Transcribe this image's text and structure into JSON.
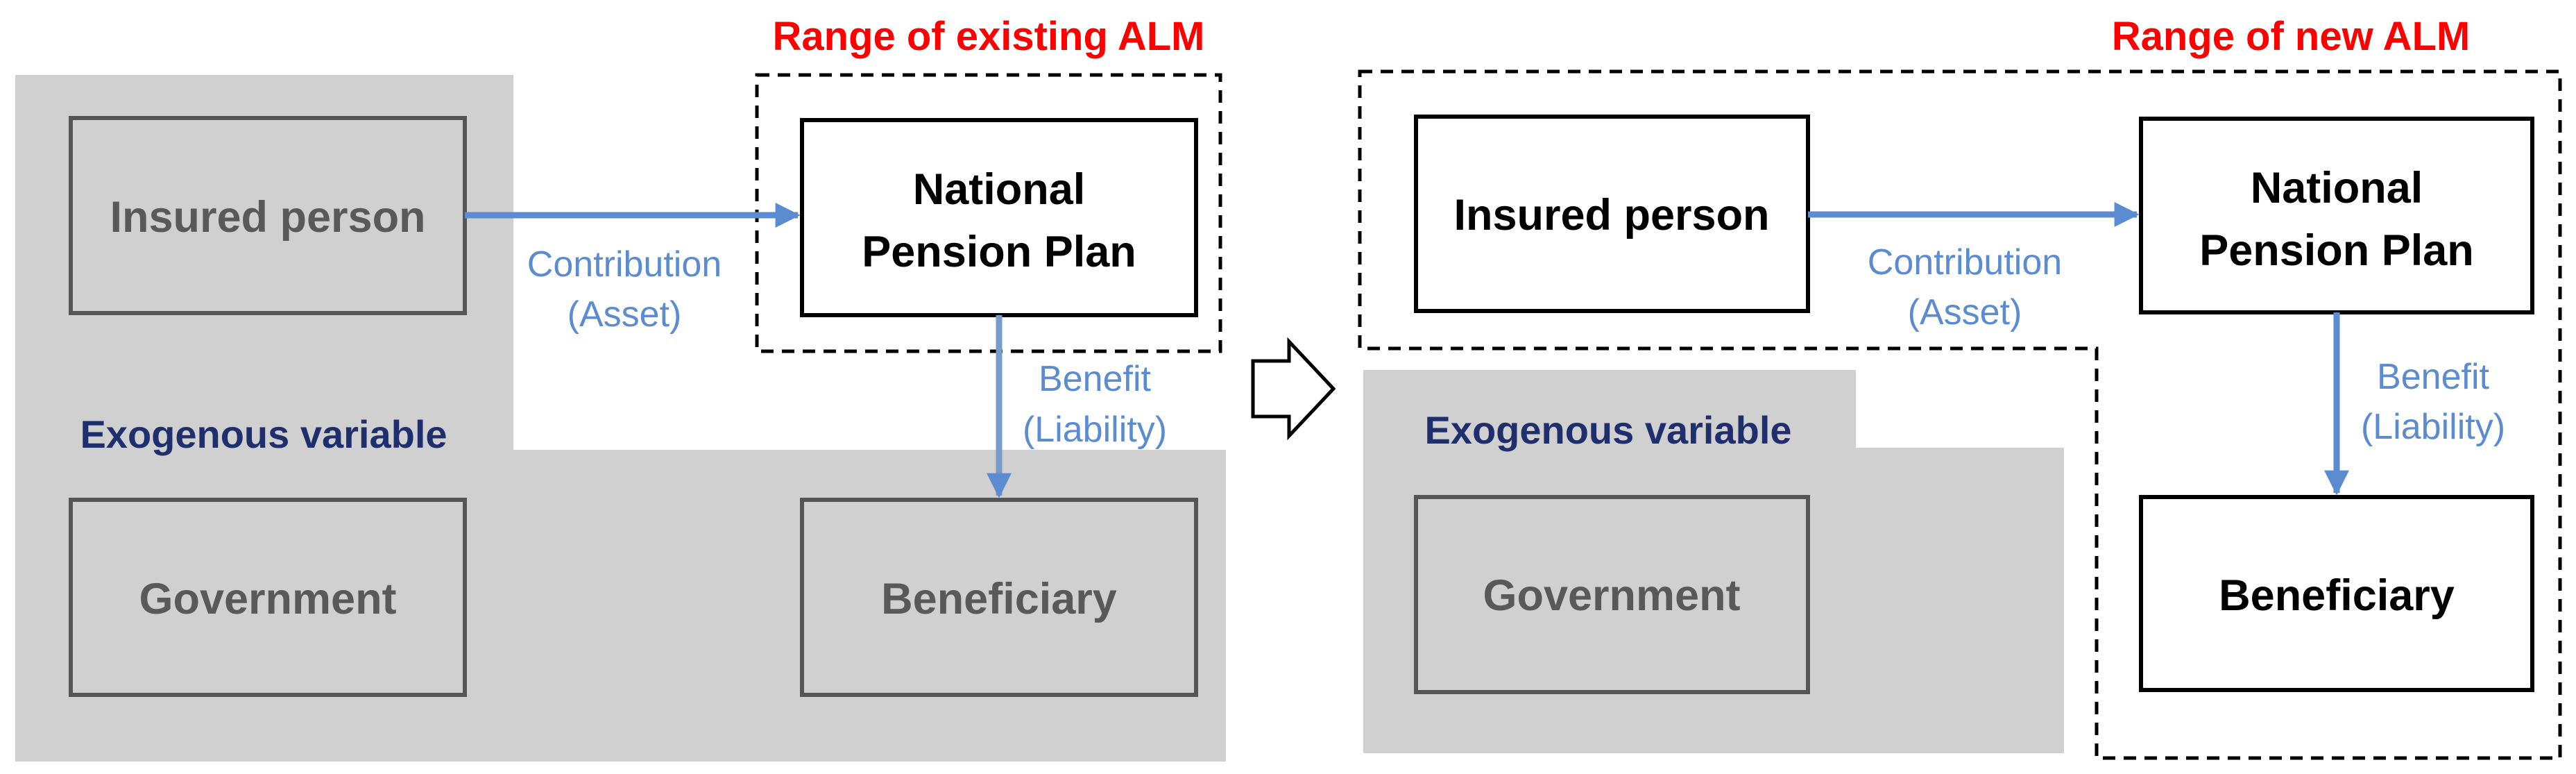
{
  "colors": {
    "gray_region": "#d0d0d0",
    "arrow_blue": "#5b8bd0",
    "title_red": "#ff0000",
    "exo_navy": "#1f2f6e",
    "inactive_text": "#595959",
    "active_text": "#000000"
  },
  "left_panel": {
    "title": "Range of existing ALM",
    "exogenous_label": "Exogenous variable",
    "insured_person": "Insured person",
    "national_pension_plan": {
      "line1": "National",
      "line2": "Pension Plan"
    },
    "government": "Government",
    "beneficiary": "Beneficiary",
    "contribution": {
      "line1": "Contribution",
      "line2": "(Asset)"
    },
    "benefit": {
      "line1": "Benefit",
      "line2": "(Liability)"
    }
  },
  "transition_icon": "right-arrow-outline-icon",
  "right_panel": {
    "title": "Range of new ALM",
    "exogenous_label": "Exogenous variable",
    "insured_person": "Insured person",
    "national_pension_plan": {
      "line1": "National",
      "line2": "Pension Plan"
    },
    "government": "Government",
    "beneficiary": "Beneficiary",
    "contribution": {
      "line1": "Contribution",
      "line2": "(Asset)"
    },
    "benefit": {
      "line1": "Benefit",
      "line2": "(Liability)"
    }
  }
}
